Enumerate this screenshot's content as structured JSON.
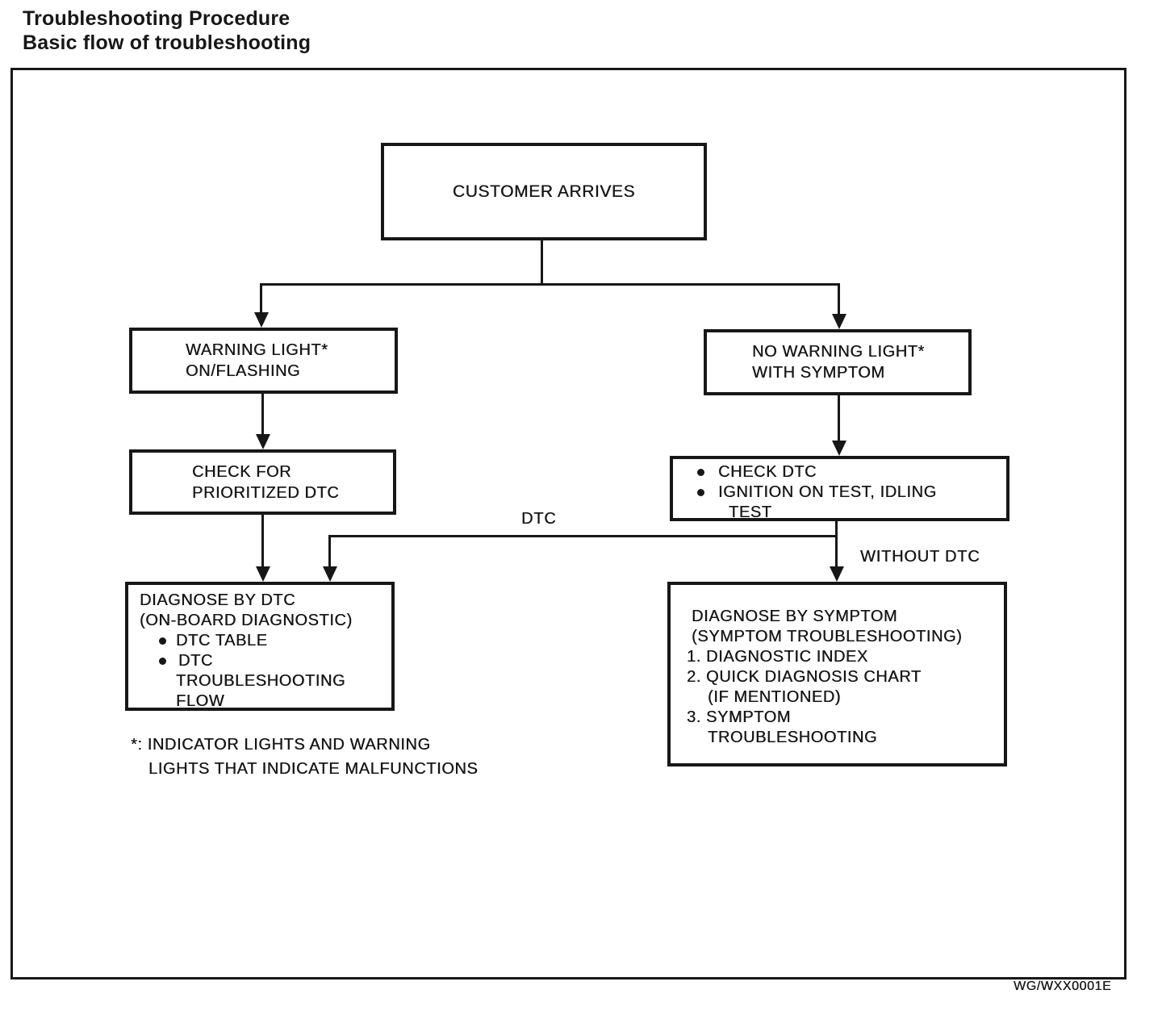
{
  "title": {
    "line1": "Troubleshooting Procedure",
    "line2": "Basic flow of troubleshooting"
  },
  "flowchart": {
    "customer_arrives": "CUSTOMER ARRIVES",
    "warning_light": {
      "lines": [
        "WARNING LIGHT*",
        "ON/FLASHING"
      ]
    },
    "no_warning_light": {
      "lines": [
        "NO WARNING LIGHT*",
        "WITH SYMPTOM"
      ]
    },
    "check_prioritized_dtc": {
      "lines": [
        "CHECK FOR",
        "PRIORITIZED DTC"
      ]
    },
    "check_dtc": {
      "bullet1": "CHECK DTC",
      "bullet2_line1": "IGNITION ON TEST, IDLING",
      "bullet2_line2": "TEST"
    },
    "branch_labels": {
      "dtc": "DTC",
      "without_dtc": "WITHOUT DTC"
    },
    "diagnose_by_dtc": {
      "heading1": "DIAGNOSE BY DTC",
      "heading2": "(ON-BOARD DIAGNOSTIC)",
      "bullet1": "DTC TABLE",
      "bullet2_line1": "DTC",
      "bullet2_line2": "TROUBLESHOOTING",
      "bullet2_line3": "FLOW"
    },
    "diagnose_by_symptom": {
      "heading1": "DIAGNOSE BY SYMPTOM",
      "heading2": "(SYMPTOM TROUBLESHOOTING)",
      "item1": "1. DIAGNOSTIC INDEX",
      "item2_line1": "2. QUICK DIAGNOSIS CHART",
      "item2_line2": "(IF MENTIONED)",
      "item3_line1": "3. SYMPTOM",
      "item3_line2": "TROUBLESHOOTING"
    },
    "footnote": {
      "line1": "*: INDICATOR LIGHTS AND WARNING",
      "line2": "LIGHTS THAT INDICATE MALFUNCTIONS"
    },
    "figure_code": "WG/WXX0001E"
  },
  "colors": {
    "ink": "#171717",
    "paper": "#ffffff"
  }
}
